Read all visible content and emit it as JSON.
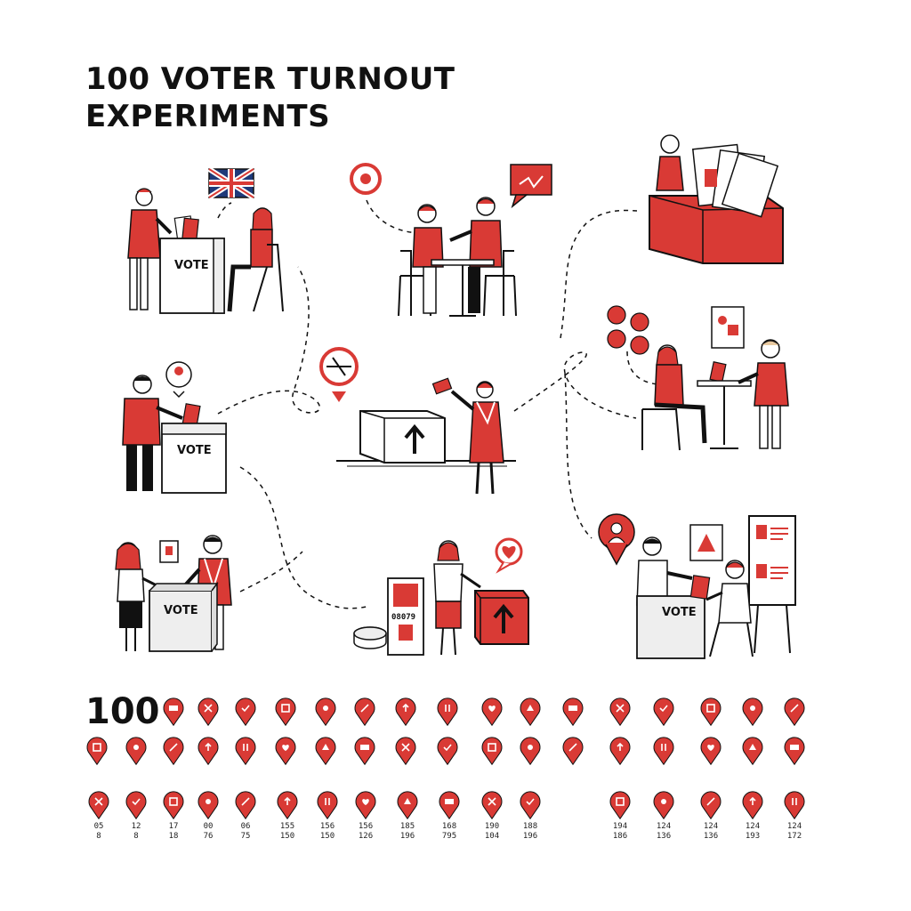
{
  "title": {
    "line1": "100 VOTER TURNOUT",
    "line2": "EXPERIMENTS"
  },
  "scenes": {
    "vote_label_1": "VOTE",
    "vote_label_2": "VOTE",
    "vote_label_3": "VOTE",
    "vote_label_4": "VOTE",
    "poster_code": "08079"
  },
  "legend": {
    "count": "100",
    "row3_labels": [
      [
        "05",
        "8"
      ],
      [
        "12",
        "8"
      ],
      [
        "17",
        "18"
      ],
      [
        "00",
        "76"
      ],
      [
        "06",
        "75"
      ],
      [
        "155",
        "150"
      ],
      [
        "156",
        "150"
      ],
      [
        "156",
        "126"
      ],
      [
        "185",
        "196"
      ],
      [
        "168",
        "795"
      ],
      [
        "190",
        "104"
      ],
      [
        "188",
        "196"
      ],
      [
        "194",
        "186"
      ],
      [
        "124",
        "136"
      ],
      [
        "124",
        "136"
      ],
      [
        "124",
        "193"
      ],
      [
        "124",
        "172"
      ]
    ]
  },
  "colors": {
    "accent": "#d93a35",
    "ink": "#111111",
    "light_gray": "#eeeeee"
  },
  "icons": {
    "flag": "union-jack-flag-icon",
    "pins": "map-pin-icon"
  }
}
